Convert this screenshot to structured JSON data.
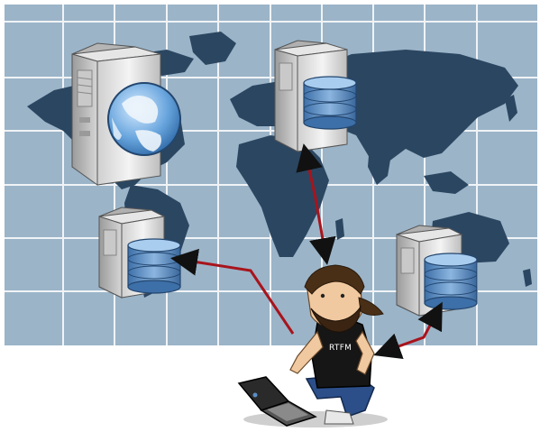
{
  "illustration": {
    "shirt_text": "RTFM"
  },
  "colors": {
    "map_background": "#9bb4c8",
    "grid_lines": "#ffffff",
    "continents": "#2b4661",
    "server_case": "#e8e8e8",
    "database": "#5b8ec4",
    "arrows": "#a8141c"
  },
  "icons": [
    "world-map",
    "web-server-icon",
    "globe-icon",
    "database-server-icon",
    "network-arrow",
    "person-with-laptop"
  ]
}
